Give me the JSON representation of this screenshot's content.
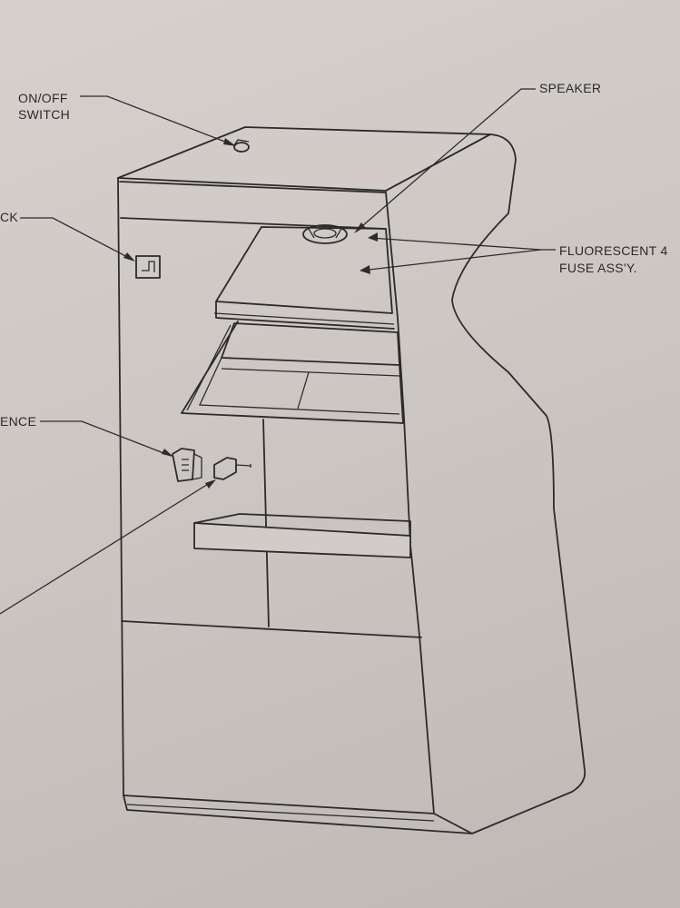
{
  "labels": {
    "on_off_switch": [
      "ON/OFF",
      "SWITCH"
    ],
    "speaker": "SPEAKER",
    "fluorescent_fuse": [
      "FLUORESCENT 4",
      "FUSE ASS'Y."
    ],
    "left_top_partial": "CK",
    "left_middle_partial": "ENCE"
  },
  "colors": {
    "paper": "#d2cdc9",
    "ink": "#2b2b2b"
  }
}
